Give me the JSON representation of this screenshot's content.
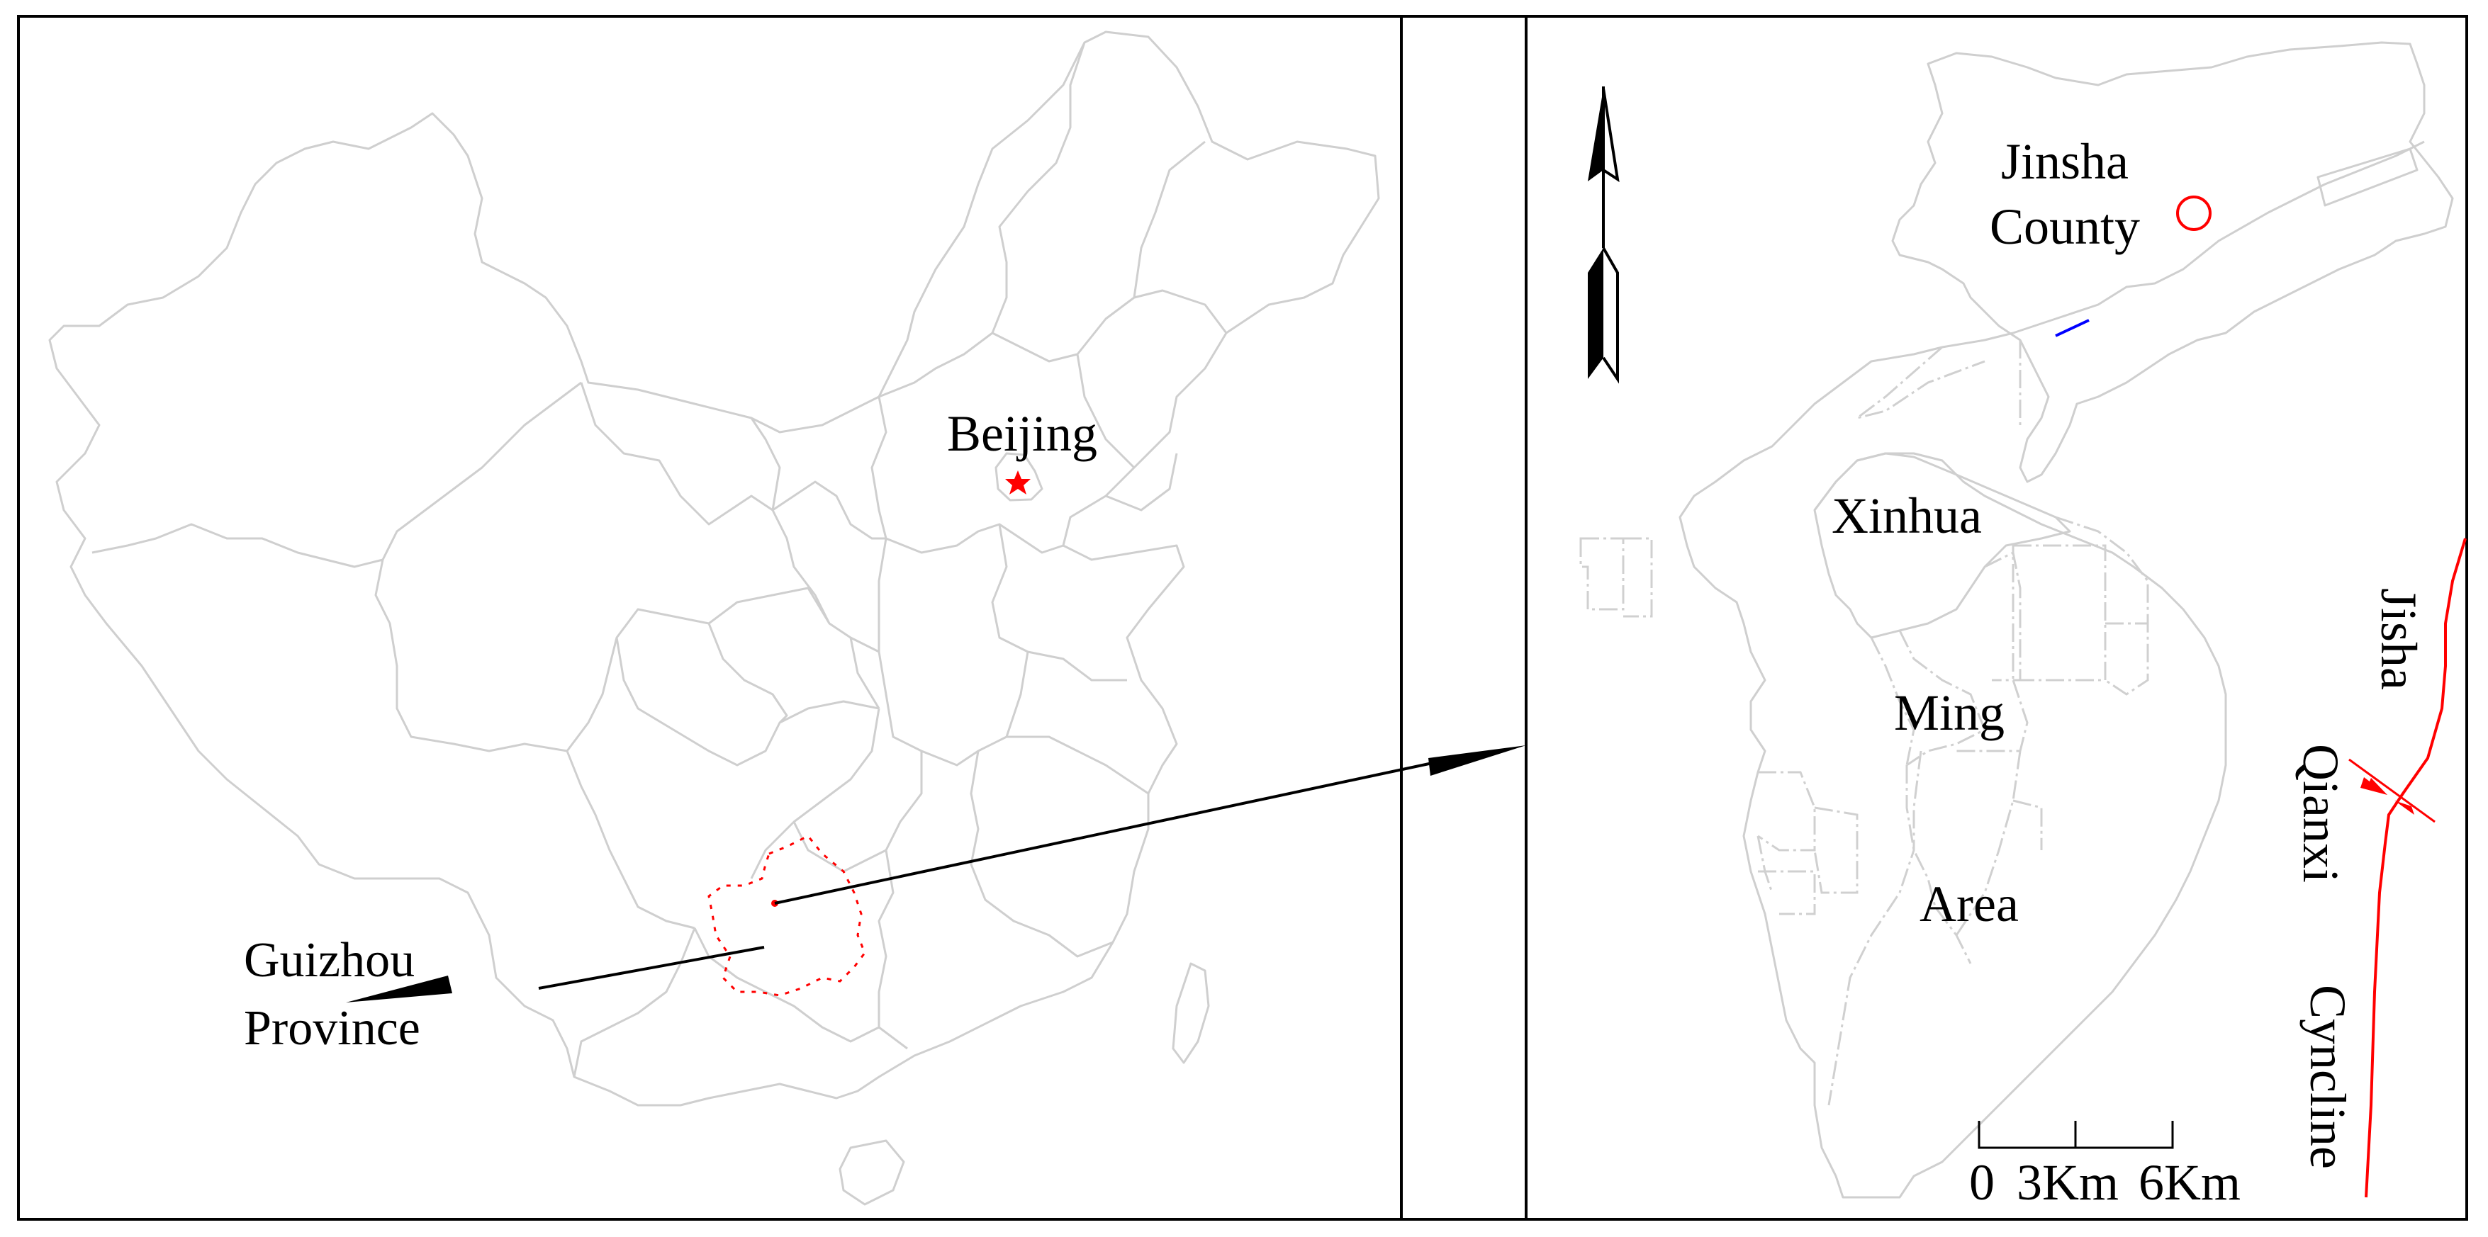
{
  "figure": {
    "type": "location map",
    "panels": 2
  },
  "left_panel": {
    "name": "China overview map",
    "labels": {
      "capital": "Beijing",
      "province_line1": "Guizhou",
      "province_line2": "Province"
    },
    "markers": {
      "capital_symbol": "red-star",
      "province_outline_color": "#ff0000"
    }
  },
  "right_panel": {
    "name": "Study area detail map",
    "labels": {
      "county_line1": "Jinsha",
      "county_line2": "County",
      "town1": "Xinhua",
      "town2": "Ming",
      "town3": "Area",
      "syncline_word1": "Jisha",
      "syncline_word2": "Qianxi",
      "syncline_word3": "Cyncline"
    },
    "north_arrow": "north-arrow-icon",
    "scale_bar": {
      "ticks": [
        "0",
        "3Km",
        "6Km"
      ],
      "label": "0  3Km  6Km"
    },
    "colors": {
      "syncline_axis": "#ff0000",
      "county_seat_circle": "#ff0000",
      "river_segment": "#0000ff",
      "boundaries": "#cfcfcf"
    }
  }
}
